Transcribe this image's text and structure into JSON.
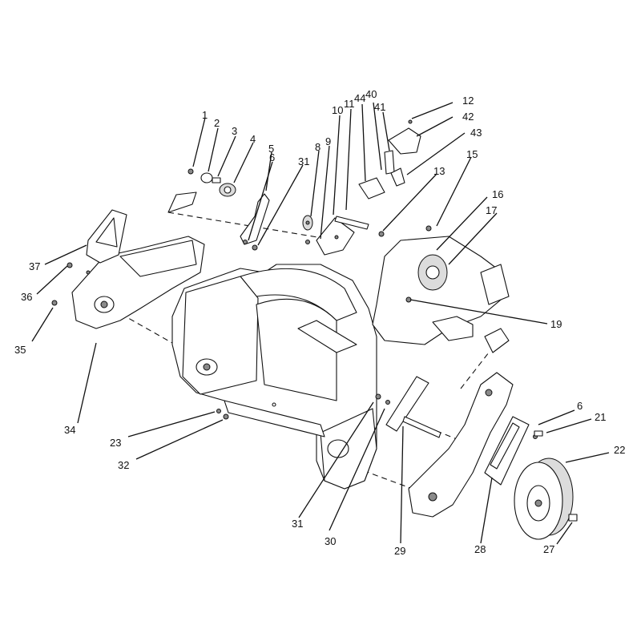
{
  "diagram": {
    "callouts": [
      {
        "key": "c1",
        "label": "1"
      },
      {
        "key": "c2",
        "label": "2"
      },
      {
        "key": "c3",
        "label": "3"
      },
      {
        "key": "c4",
        "label": "4"
      },
      {
        "key": "c5",
        "label": "5"
      },
      {
        "key": "c6a",
        "label": "6"
      },
      {
        "key": "c31a",
        "label": "31"
      },
      {
        "key": "c8",
        "label": "8"
      },
      {
        "key": "c9",
        "label": "9"
      },
      {
        "key": "c10",
        "label": "10"
      },
      {
        "key": "c11",
        "label": "11"
      },
      {
        "key": "c44",
        "label": "44"
      },
      {
        "key": "c40",
        "label": "40"
      },
      {
        "key": "c41",
        "label": "41"
      },
      {
        "key": "c12",
        "label": "12"
      },
      {
        "key": "c42",
        "label": "42"
      },
      {
        "key": "c43",
        "label": "43"
      },
      {
        "key": "c13",
        "label": "13"
      },
      {
        "key": "c15",
        "label": "15"
      },
      {
        "key": "c16",
        "label": "16"
      },
      {
        "key": "c17",
        "label": "17"
      },
      {
        "key": "c19",
        "label": "19"
      },
      {
        "key": "c37",
        "label": "37"
      },
      {
        "key": "c36",
        "label": "36"
      },
      {
        "key": "c35",
        "label": "35"
      },
      {
        "key": "c34",
        "label": "34"
      },
      {
        "key": "c23",
        "label": "23"
      },
      {
        "key": "c32",
        "label": "32"
      },
      {
        "key": "c31b",
        "label": "31"
      },
      {
        "key": "c30",
        "label": "30"
      },
      {
        "key": "c29",
        "label": "29"
      },
      {
        "key": "c28",
        "label": "28"
      },
      {
        "key": "c27",
        "label": "27"
      },
      {
        "key": "c22",
        "label": "22"
      },
      {
        "key": "c21",
        "label": "21"
      },
      {
        "key": "c6b",
        "label": "6"
      }
    ]
  }
}
